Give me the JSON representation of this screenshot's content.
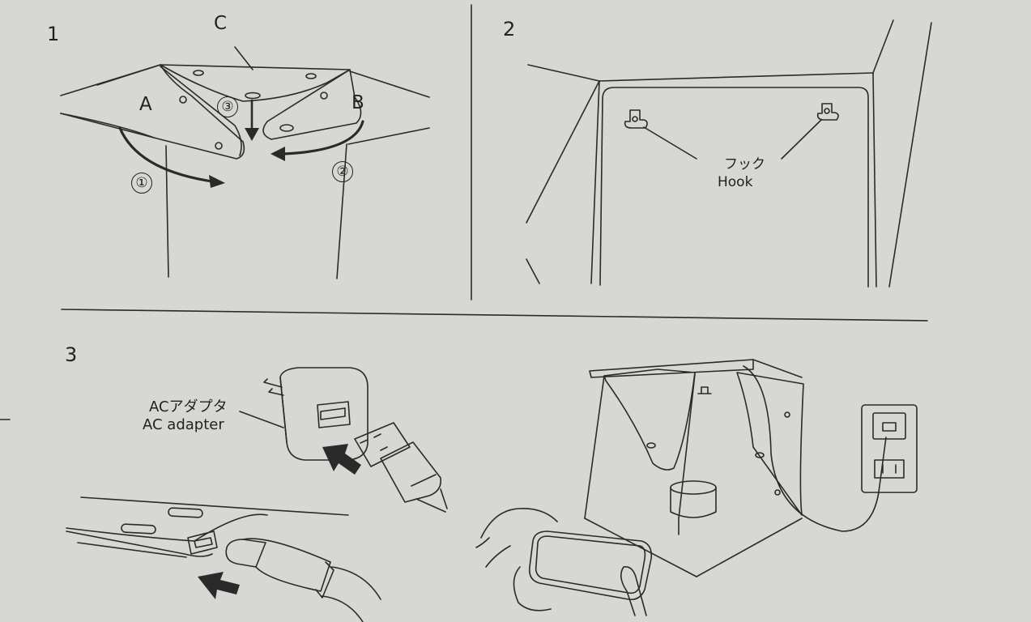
{
  "step1": {
    "number": "1",
    "labels": {
      "a": "A",
      "b": "B",
      "c": "C"
    },
    "circled": {
      "one": "①",
      "two": "②",
      "three": "③"
    }
  },
  "step2": {
    "number": "2",
    "hook_label_ja": "フック",
    "hook_label_en": "Hook"
  },
  "step3": {
    "number": "3",
    "adapter_label_ja": "ACアダプタ",
    "adapter_label_en": "AC adapter"
  }
}
